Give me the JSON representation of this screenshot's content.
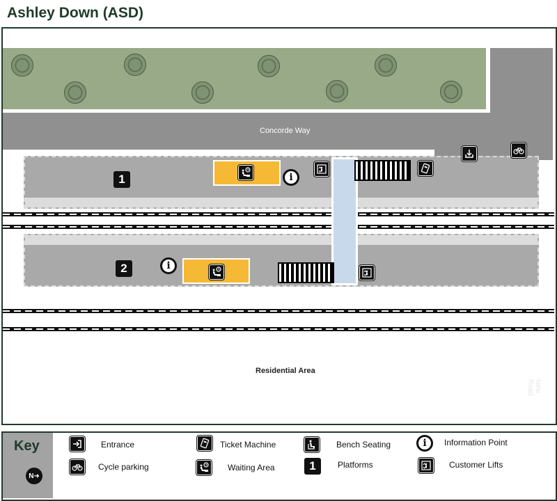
{
  "station": {
    "title": "Ashley Down (ASD)"
  },
  "map": {
    "road_label": "Concorde Way",
    "residential_label": "Residential Area",
    "new_road_label": "New Road",
    "platforms": [
      {
        "number": "1"
      },
      {
        "number": "2"
      }
    ],
    "colors": {
      "park": "#98aa87",
      "road": "#909090",
      "platform": "#a9a9a9",
      "waiting_area": "#f6b935",
      "footbridge": "#c9d9ec",
      "border": "#1f3a2c"
    }
  },
  "key": {
    "title": "Key",
    "compass_icon": "north-arrow-icon",
    "items": [
      {
        "label": "Entrance",
        "icon": "entrance-icon"
      },
      {
        "label": "Cycle parking",
        "icon": "bicycle-icon"
      },
      {
        "label": "Ticket Machine",
        "icon": "ticket-machine-icon"
      },
      {
        "label": "Waiting Area",
        "icon": "waiting-area-icon"
      },
      {
        "label": "Bench Seating",
        "icon": "bench-seating-icon"
      },
      {
        "label": "Platforms",
        "icon": "platform-number-icon",
        "symbol": "1"
      },
      {
        "label": "Information Point",
        "icon": "information-icon",
        "symbol": "i"
      },
      {
        "label": "Customer Lifts",
        "icon": "lift-icon"
      }
    ]
  }
}
